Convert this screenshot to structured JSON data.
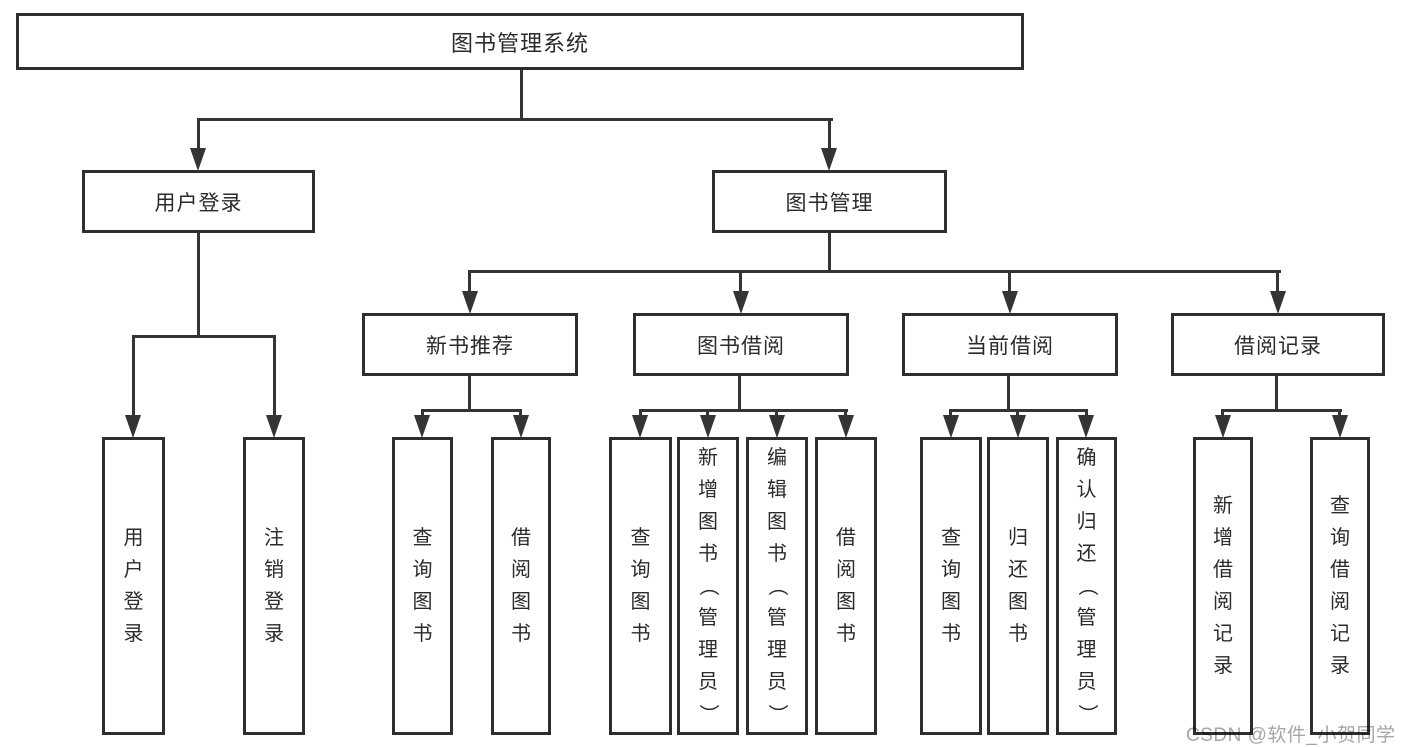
{
  "tree": {
    "label": "图书管理系统",
    "children": [
      {
        "label": "用户登录",
        "children": [
          {
            "label": "用户登录"
          },
          {
            "label": "注销登录"
          }
        ]
      },
      {
        "label": "图书管理",
        "children": [
          {
            "label": "新书推荐",
            "children": [
              {
                "label": "查询图书"
              },
              {
                "label": "借阅图书"
              }
            ]
          },
          {
            "label": "图书借阅",
            "children": [
              {
                "label": "查询图书"
              },
              {
                "label": "新增图书（管理员）"
              },
              {
                "label": "编辑图书（管理员）"
              },
              {
                "label": "借阅图书"
              }
            ]
          },
          {
            "label": "当前借阅",
            "children": [
              {
                "label": "查询图书"
              },
              {
                "label": "归还图书"
              },
              {
                "label": "确认归还（管理员）"
              }
            ]
          },
          {
            "label": "借阅记录",
            "children": [
              {
                "label": "新增借阅记录"
              },
              {
                "label": "查询借阅记录"
              }
            ]
          }
        ]
      }
    ]
  },
  "watermark": {
    "text": "CSDN @软件_小贺同学"
  },
  "colors": {
    "line": "#343434",
    "border": "#2e2e2e",
    "text": "#2b2b2b",
    "watermark": "#a6a6a6"
  }
}
